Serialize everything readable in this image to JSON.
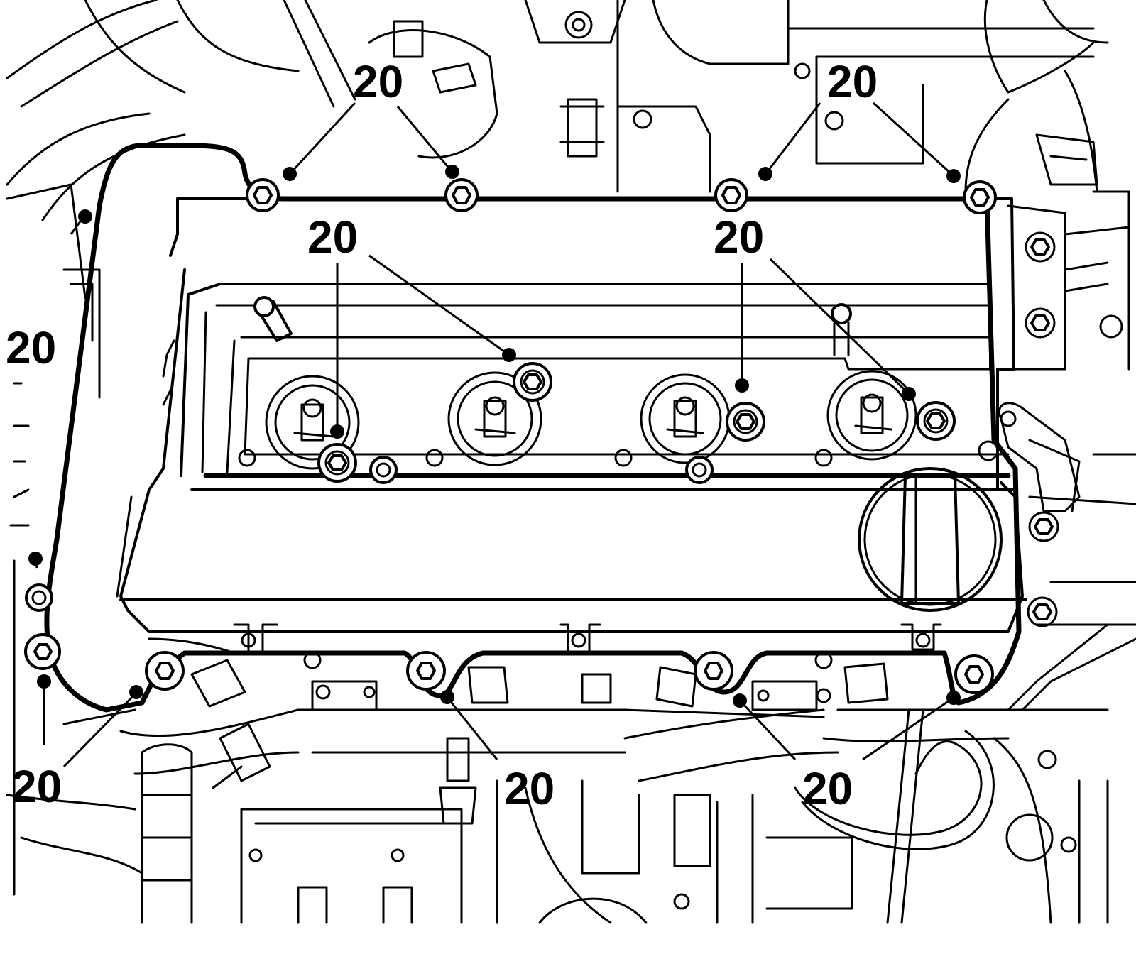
{
  "callouts": [
    {
      "id": "top-left",
      "text": "20"
    },
    {
      "id": "top-right",
      "text": "20"
    },
    {
      "id": "cover-left",
      "text": "20"
    },
    {
      "id": "cover-right",
      "text": "20"
    },
    {
      "id": "side-left",
      "text": "20"
    },
    {
      "id": "bottom-left",
      "text": "20"
    },
    {
      "id": "bottom-center",
      "text": "20"
    },
    {
      "id": "bottom-right",
      "text": "20"
    }
  ]
}
